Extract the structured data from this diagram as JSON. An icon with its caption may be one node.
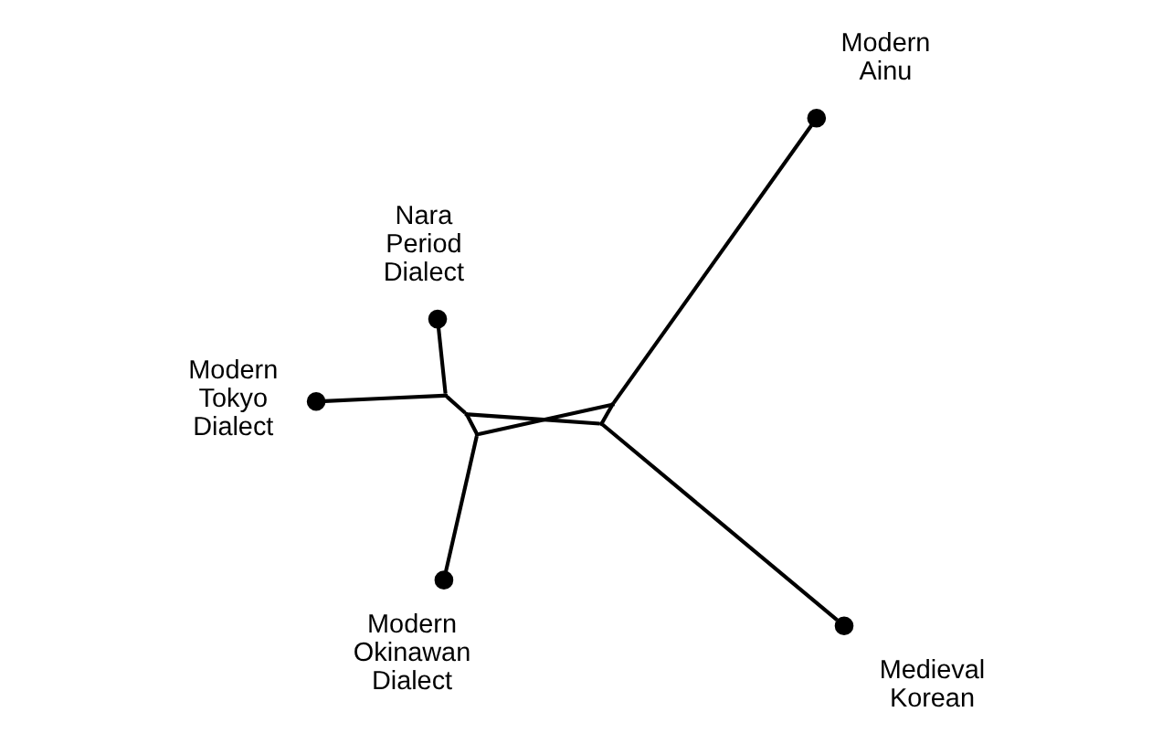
{
  "diagram": {
    "nodes": [
      {
        "text": [],
        "shape": "circle",
        "beside": [
          "Modern Tokyo Dialect"
        ]
      },
      {
        "text": [],
        "shape": "circle",
        "beside": [
          "Nara Period Dialect"
        ]
      },
      {
        "text": [],
        "shape": "circle",
        "beside": [
          "Modern Okinawan Dialect"
        ]
      },
      {
        "text": [],
        "shape": "circle",
        "beside": [
          "Medieval Korean"
        ]
      },
      {
        "text": [],
        "shape": "circle",
        "beside": [
          "Modern Ainu"
        ]
      },
      {
        "text": [],
        "shape": "point"
      },
      {
        "text": [],
        "shape": "point"
      },
      {
        "text": [],
        "shape": "point"
      },
      {
        "text": [],
        "shape": "point"
      },
      {
        "text": [],
        "shape": "point"
      }
    ],
    "edges": [
      {
        "from": 0,
        "to": 5,
        "arrow": "none"
      },
      {
        "from": 1,
        "to": 5,
        "arrow": "none"
      },
      {
        "from": 5,
        "to": 6,
        "arrow": "none"
      },
      {
        "from": 2,
        "to": 7,
        "arrow": "none"
      },
      {
        "from": 6,
        "to": 7,
        "arrow": "none"
      },
      {
        "from": 6,
        "to": 8,
        "arrow": "none"
      },
      {
        "from": 7,
        "to": 9,
        "arrow": "none"
      },
      {
        "from": 8,
        "to": 9,
        "arrow": "none"
      },
      {
        "from": 3,
        "to": 8,
        "arrow": "none"
      },
      {
        "from": 4,
        "to": 9,
        "arrow": "none"
      }
    ]
  }
}
